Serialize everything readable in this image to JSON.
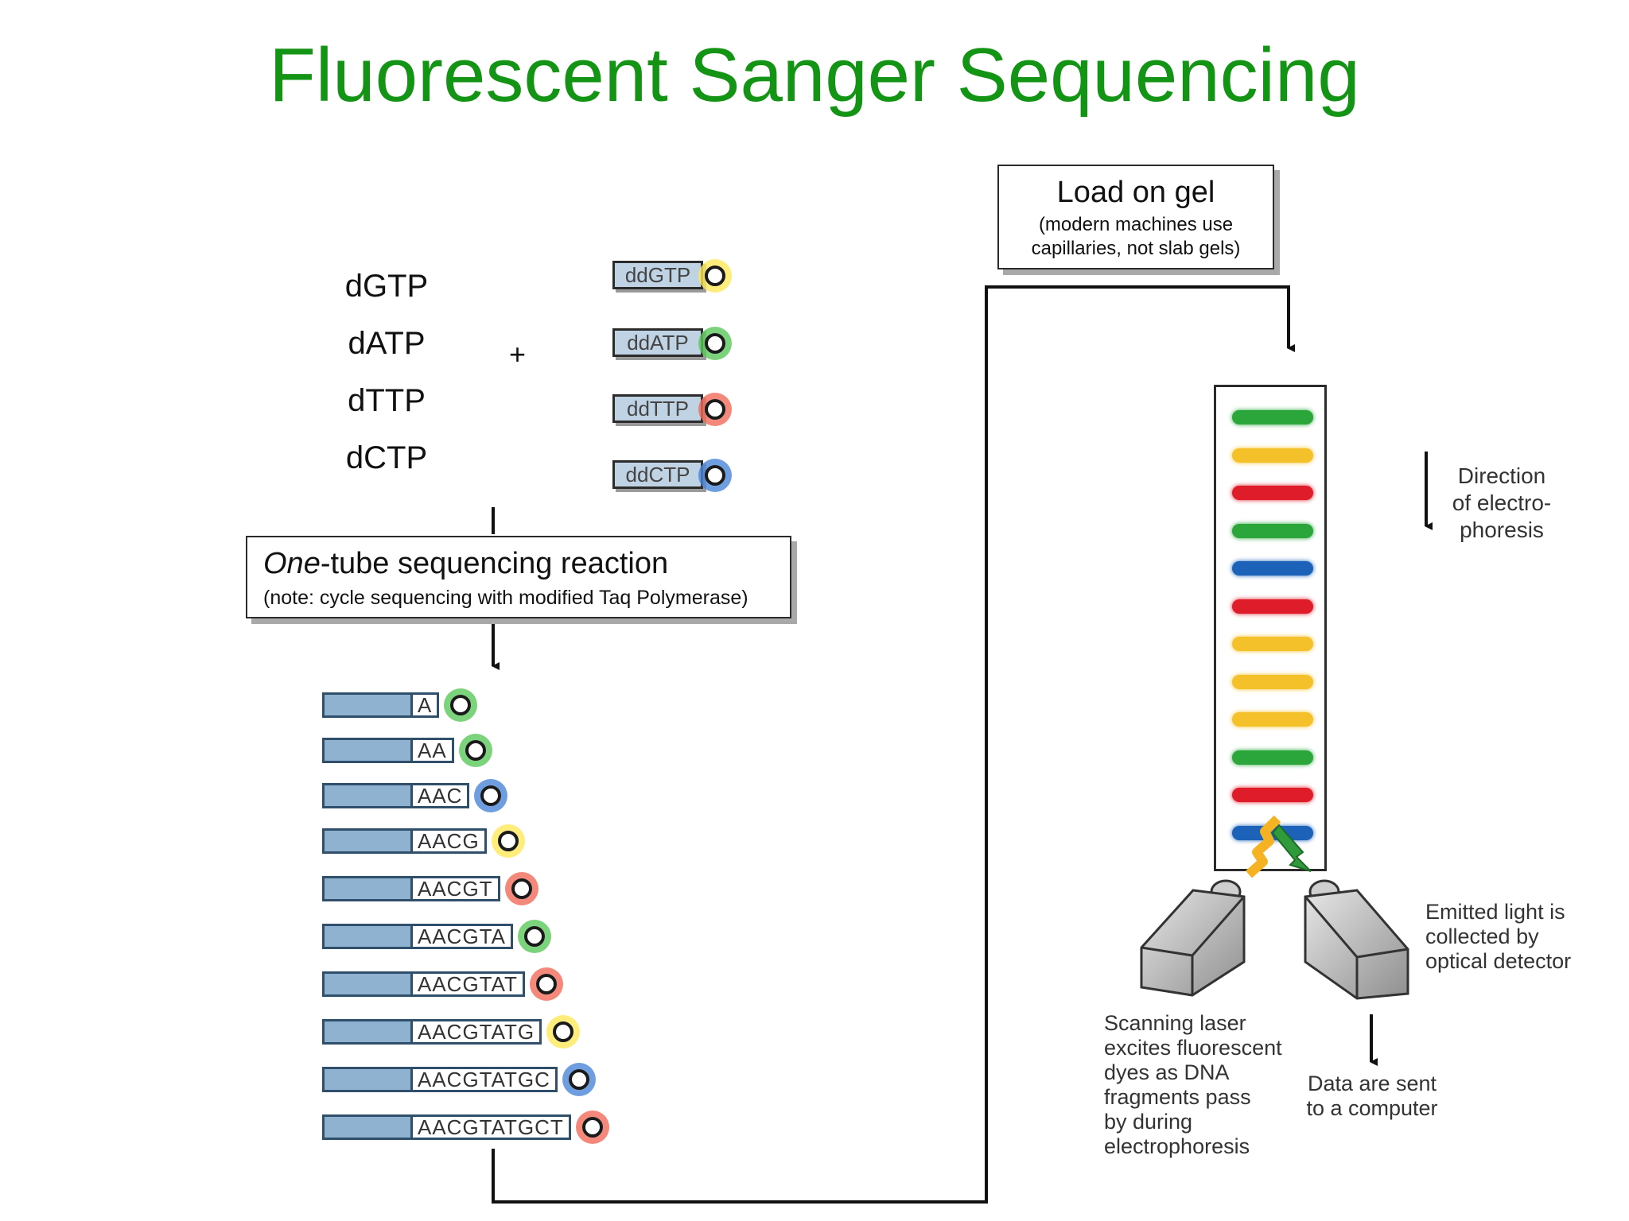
{
  "title": "Fluorescent Sanger Sequencing",
  "dntps": [
    "dGTP",
    "dATP",
    "dTTP",
    "dCTP"
  ],
  "plus": "+",
  "ddntps": [
    {
      "label": "ddGTP",
      "color": "#ffe85a"
    },
    {
      "label": "ddATP",
      "color": "#5ac85a"
    },
    {
      "label": "ddTTP",
      "color": "#f06a5a"
    },
    {
      "label": "ddCTP",
      "color": "#4a86d8"
    }
  ],
  "reaction_box": {
    "title_em": "One",
    "title_rest": "-tube sequencing reaction",
    "note": "(note:  cycle sequencing with modified Taq Polymerase)"
  },
  "fragments": [
    {
      "seq": "A",
      "color": "#5ac85a"
    },
    {
      "seq": "AA",
      "color": "#5ac85a"
    },
    {
      "seq": "AAC",
      "color": "#4a86d8"
    },
    {
      "seq": "AACG",
      "color": "#ffe85a"
    },
    {
      "seq": "AACGT",
      "color": "#f06a5a"
    },
    {
      "seq": "AACGTA",
      "color": "#5ac85a"
    },
    {
      "seq": "AACGTAT",
      "color": "#f06a5a"
    },
    {
      "seq": "AACGTATG",
      "color": "#ffe85a"
    },
    {
      "seq": "AACGTATGC",
      "color": "#4a86d8"
    },
    {
      "seq": "AACGTATGCT",
      "color": "#f06a5a"
    }
  ],
  "load_box": {
    "title": "Load on gel",
    "note_line1": "(modern machines use",
    "note_line2": "capillaries, not slab gels)"
  },
  "gel_bands": [
    "#2aa63a",
    "#f5c12b",
    "#de1c2a",
    "#2aa63a",
    "#1b62b8",
    "#de1c2a",
    "#f5c12b",
    "#f5c12b",
    "#f5c12b",
    "#2aa63a",
    "#de1c2a",
    "#1b62b8"
  ],
  "direction_label": [
    "Direction",
    "of electro-",
    "phoresis"
  ],
  "laser_caption": [
    "Scanning laser",
    "excites fluorescent",
    "dyes as DNA",
    "fragments pass",
    "by during",
    "electrophoresis"
  ],
  "detector_caption": [
    "Emitted light is",
    "collected by",
    "optical detector"
  ],
  "computer_caption": [
    "Data are sent",
    "to a computer"
  ]
}
